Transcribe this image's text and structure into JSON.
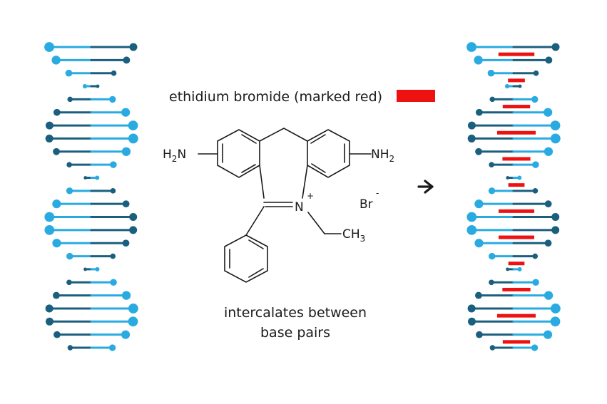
{
  "colors": {
    "light_blue": "#29abe2",
    "dark_blue": "#1b5f7f",
    "marker_red": "#ee1111",
    "bond_black": "#1a1a1a"
  },
  "caption_top": "ethidium bromide (marked red)",
  "caption_bottom_line1": "intercalates between",
  "caption_bottom_line2": "base pairs",
  "molecule": {
    "amine_left": "H",
    "amine_left_sub": "2",
    "amine_left_tail": "N",
    "amine_right": "NH",
    "amine_right_sub": "2",
    "ring_nitrogen": "N",
    "ring_nitrogen_charge": "+",
    "ethyl": "CH",
    "ethyl_sub": "3",
    "counter_ion": "Br",
    "counter_ion_charge": "-"
  },
  "arrow_icon": "right-arrow-icon"
}
